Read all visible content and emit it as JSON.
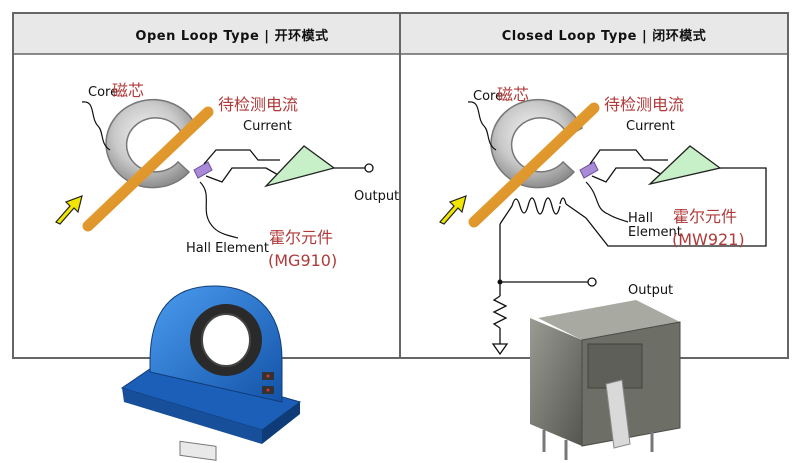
{
  "panels": {
    "open": {
      "header": "Open Loop Type | 开环模式",
      "core_label": "Core",
      "core_cn": "磁芯",
      "current_cn": "待检测电流",
      "current_label": "Current",
      "output_label": "Output",
      "hall_label": "Hall Element",
      "hall_cn": "霍尔元件",
      "model": "(MG910)"
    },
    "closed": {
      "header": "Closed Loop Type | 闭环模式",
      "core_label": "Core",
      "core_cn": "磁芯",
      "current_cn": "待检测电流",
      "current_label": "Current",
      "output_label": "Output",
      "hall_label_line1": "Hall",
      "hall_label_line2": "Element",
      "hall_cn": "霍尔元件",
      "model": "(MW921)"
    }
  },
  "colors": {
    "header_bg": "#e6e6e6",
    "frame": "#555555",
    "core": "#c8c8c8",
    "conductor": "#e39a22",
    "arrow": "#f2e600",
    "amplifier": "#c8f0c8",
    "hall": "#a98ad6",
    "cn_text": "#b03a3a",
    "sensor_blue": "#1e6fd0",
    "sensor_gray": "#77786f"
  }
}
